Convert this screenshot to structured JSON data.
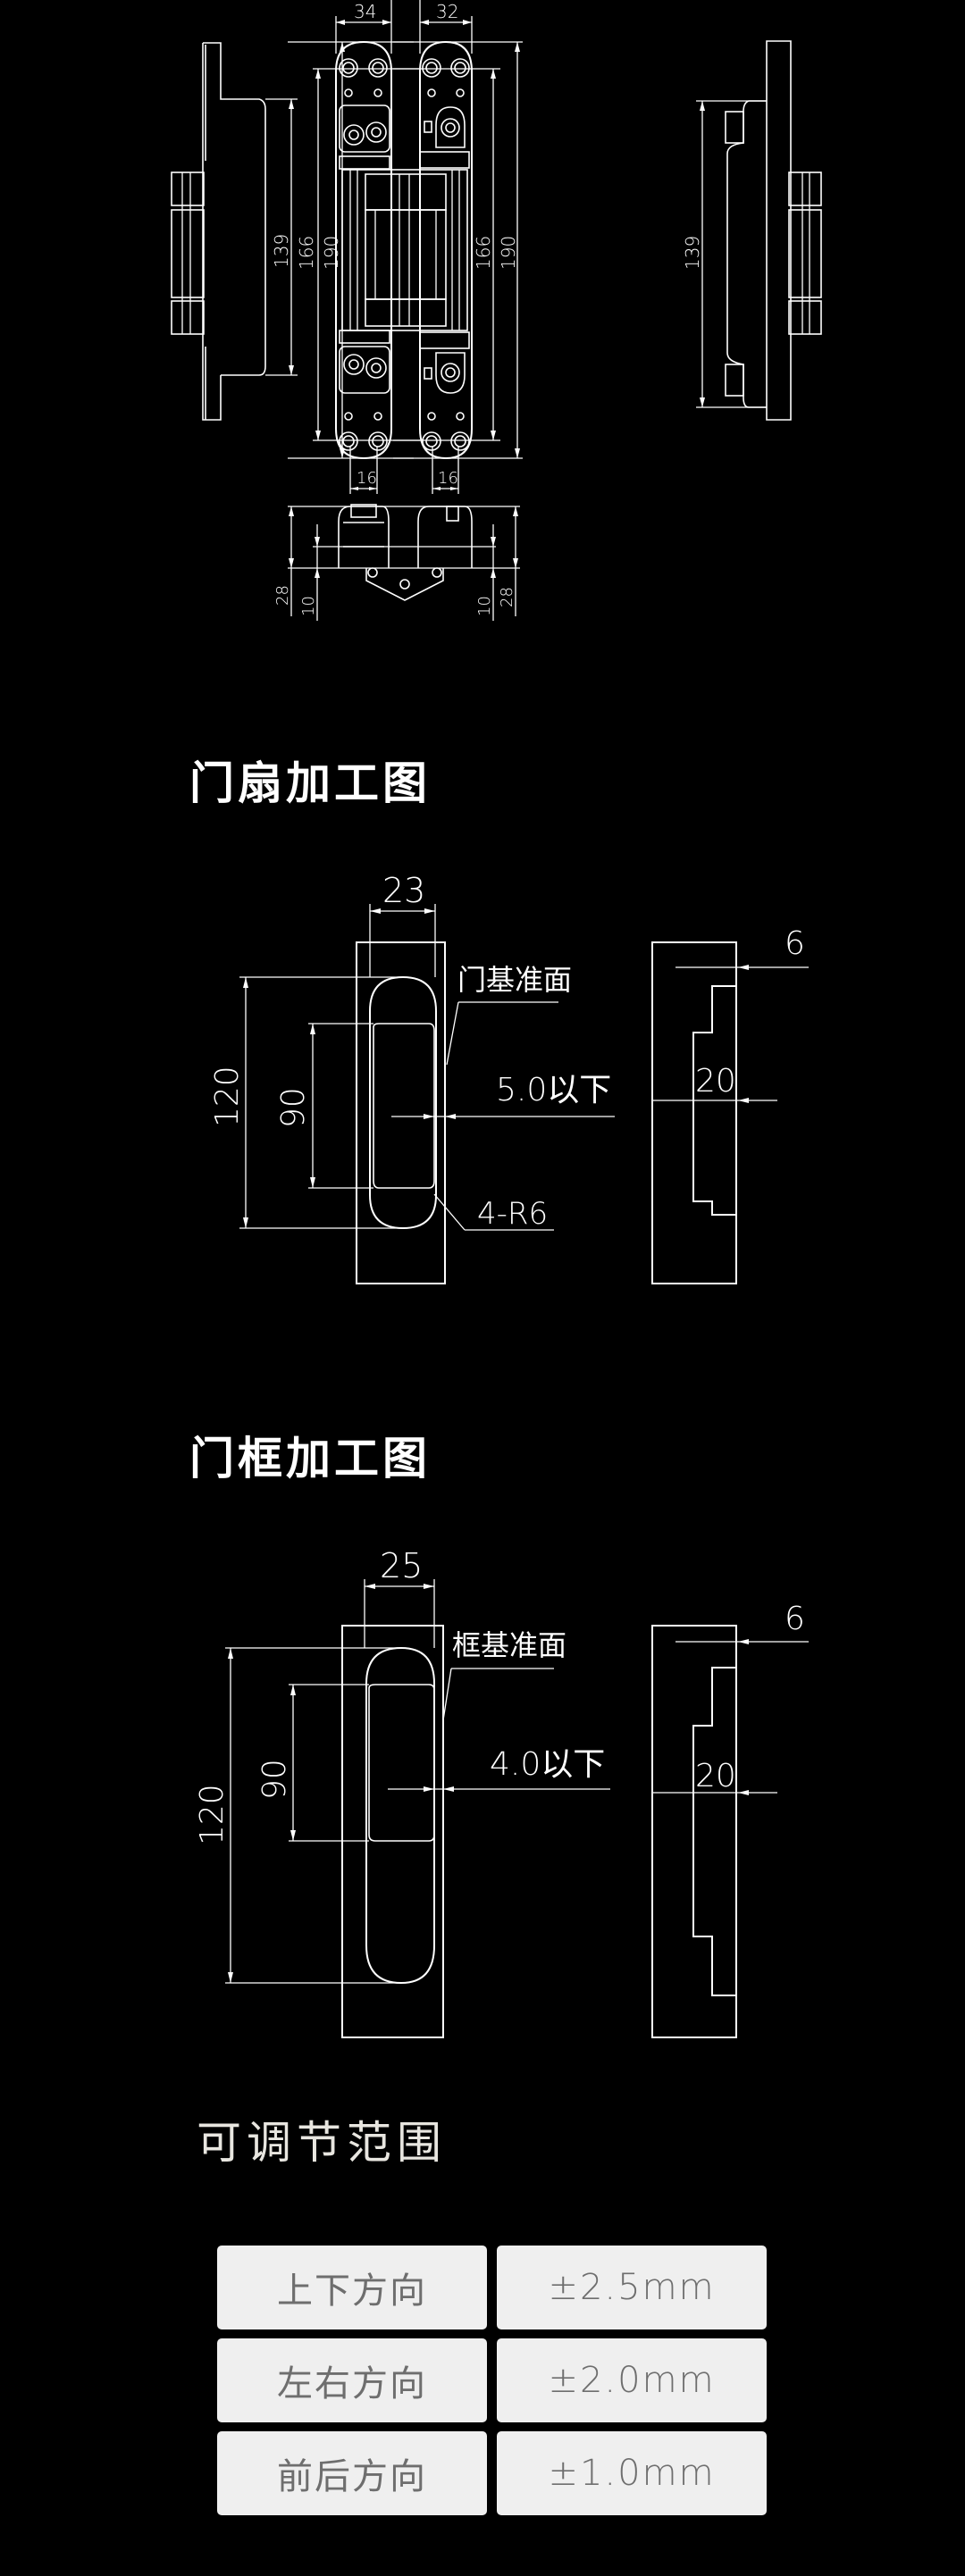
{
  "hinge_drawing": {
    "width_labels": [
      "34",
      "32"
    ],
    "left_profile_height": "139",
    "left_total_height": "190",
    "left_screw_span": "166",
    "right_screw_span": "166",
    "right_total_height": "190",
    "right_profile_height": "139",
    "hole_spacing_left": "16",
    "hole_spacing_right": "16",
    "depth_left_total": "28",
    "depth_left_inner": "10",
    "depth_right_inner": "10",
    "depth_right_total": "28"
  },
  "door_leaf": {
    "title": "门扇加工图",
    "width": "23",
    "reference_label": "门基准面",
    "offset_label": "5.0以下",
    "height_outer": "120",
    "height_inner": "90",
    "radius_label": "4-R6",
    "section_top": "6",
    "section_depth": "20"
  },
  "door_frame": {
    "title": "门框加工图",
    "width": "25",
    "reference_label": "框基准面",
    "offset_label": "4.0以下",
    "height_outer": "120",
    "height_inner": "90",
    "section_top": "6",
    "section_depth": "20"
  },
  "adjustment": {
    "title": "可调节范围",
    "rows": [
      {
        "direction": "上下方向",
        "range": "±2.5mm"
      },
      {
        "direction": "左右方向",
        "range": "±2.0mm"
      },
      {
        "direction": "前后方向",
        "range": "±1.0mm"
      }
    ]
  }
}
